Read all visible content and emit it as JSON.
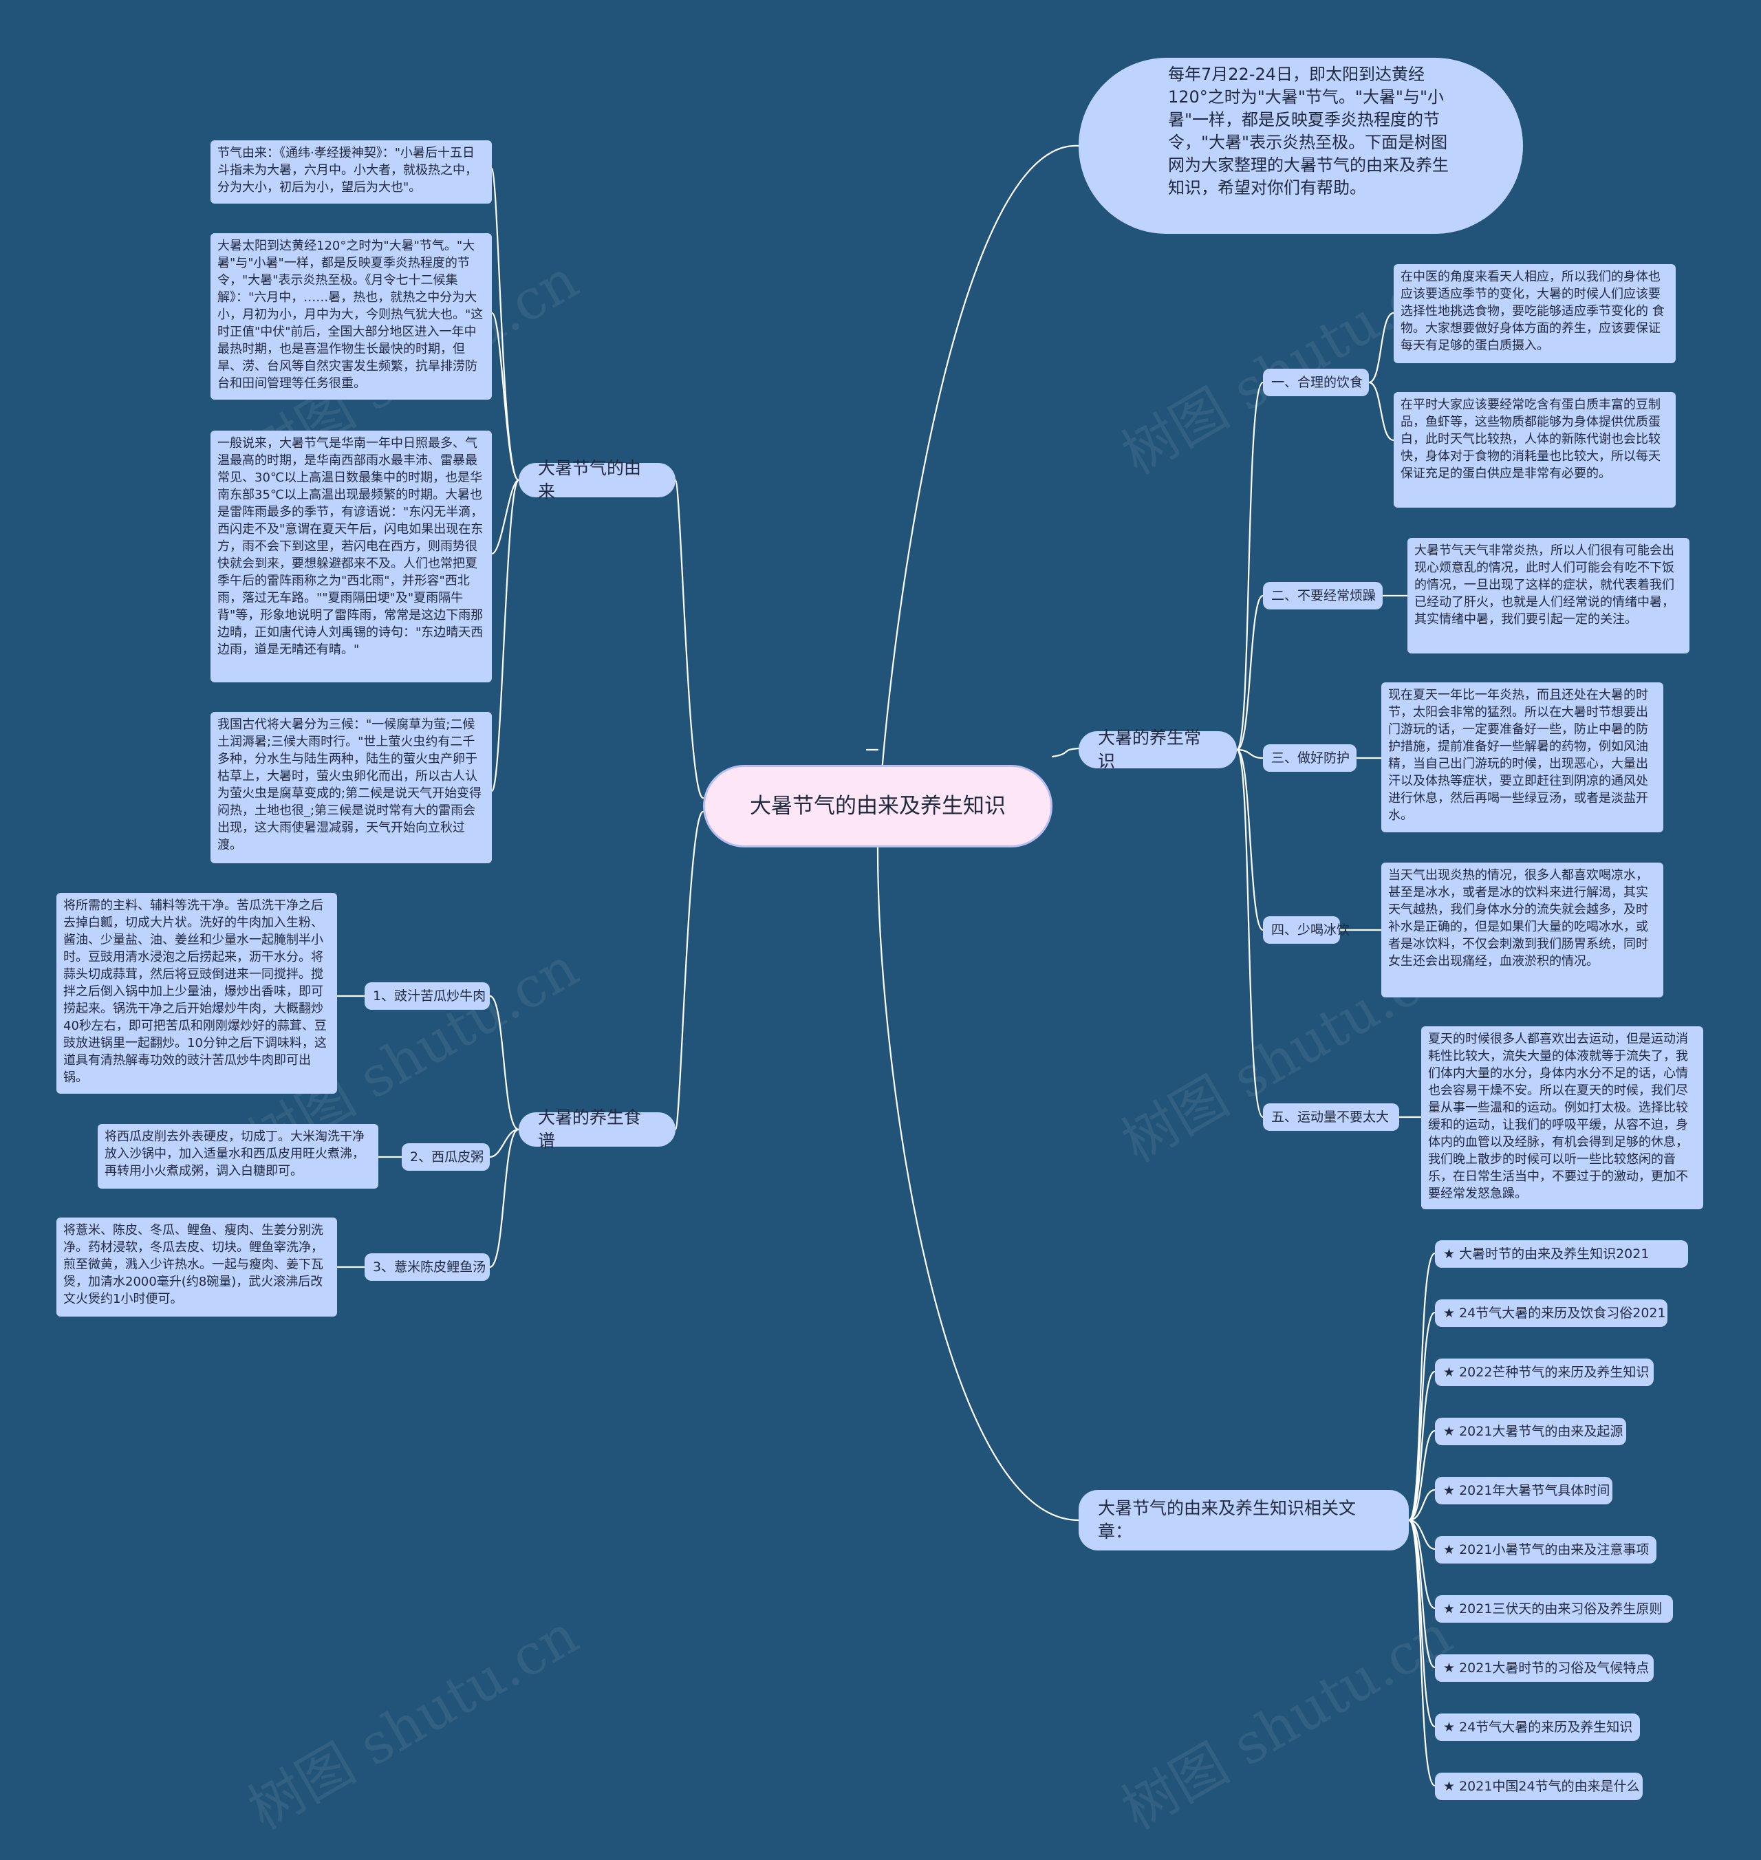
{
  "root": {
    "label": "大暑节气的由来及养生知识"
  },
  "intro": "每年7月22-24日，即太阳到达黄经120°之时为\"大暑\"节气。\"大暑\"与\"小暑\"一样，都是反映夏季炎热程度的节令，\"大暑\"表示炎热至极。下面是树图网为大家整理的大暑节气的由来及养生知识，希望对你们有帮助。",
  "origin": {
    "label": "大暑节气的由来",
    "items": [
      "节气由来：《通纬·孝经援神契》：\"小暑后十五日斗指未为大暑，六月中。小大者，就极热之中，分为大小，初后为小，望后为大也\"。",
      "大暑太阳到达黄经120°之时为\"大暑\"节气。\"大暑\"与\"小暑\"一样，都是反映夏季炎热程度的节令，\"大暑\"表示炎热至极。《月令七十二候集解》：\"六月中，……暑，热也，就热之中分为大小，月初为小，月中为大，今则热气犹大也。\"这时正值\"中伏\"前后，全国大部分地区进入一年中最热时期，也是喜温作物生长最快的时期，但旱、涝、台风等自然灾害发生频繁，抗旱排涝防台和田间管理等任务很重。",
      "一般说来，大暑节气是华南一年中日照最多、气温最高的时期，是华南西部雨水最丰沛、雷暴最常见、30℃以上高温日数最集中的时期，也是华南东部35℃以上高温出现最频繁的时期。大暑也是雷阵雨最多的季节，有谚语说：\"东闪无半滴，西闪走不及\"意谓在夏天午后，闪电如果出现在东方，雨不会下到这里，若闪电在西方，则雨势很快就会到来，要想躲避都来不及。人们也常把夏季午后的雷阵雨称之为\"西北雨\"，并形容\"西北雨，落过无车路。\"\"夏雨隔田埂\"及\"夏雨隔牛背\"等，形象地说明了雷阵雨，常常是这边下雨那边晴，正如唐代诗人刘禹锡的诗句：\"东边晴天西边雨，道是无晴还有晴。\"",
      "我国古代将大暑分为三候：\"一候腐草为萤;二候土润溽暑;三候大雨时行。\"世上萤火虫约有二千多种，分水生与陆生两种，陆生的萤火虫产卵于枯草上，大暑时，萤火虫卵化而出，所以古人认为萤火虫是腐草变成的;第二候是说天气开始变得闷热，土地也很_;第三候是说时常有大的雷雨会出现，这大雨使暑湿减弱，天气开始向立秋过渡。"
    ]
  },
  "recipes": {
    "label": "大暑的养生食谱",
    "items": [
      {
        "label": "1、豉汁苦瓜炒牛肉",
        "text": "将所需的主料、辅料等洗干净。苦瓜洗干净之后去掉白瓤，切成大片状。洗好的牛肉加入生粉、酱油、少量盐、油、姜丝和少量水一起腌制半小时。豆豉用清水浸泡之后捞起来，沥干水分。将蒜头切成蒜茸，然后将豆豉倒进来一同搅拌。搅拌之后倒入锅中加上少量油，爆炒出香味，即可捞起来。锅洗干净之后开始爆炒牛肉，大概翻炒40秒左右，即可把苦瓜和刚刚爆炒好的蒜茸、豆豉放进锅里一起翻炒。10分钟之后下调味料，这道具有清热解毒功效的豉汁苦瓜炒牛肉即可出锅。"
      },
      {
        "label": "2、西瓜皮粥",
        "text": "将西瓜皮削去外表硬皮，切成丁。大米淘洗干净放入沙锅中，加入适量水和西瓜皮用旺火煮沸，再转用小火煮成粥，调入白糖即可。"
      },
      {
        "label": "3、薏米陈皮鲤鱼汤",
        "text": "将薏米、陈皮、冬瓜、鲤鱼、瘦肉、生姜分别洗净。药材浸软，冬瓜去皮、切块。鲤鱼宰洗净，煎至微黄，溅入少许热水。一起与瘦肉、姜下瓦煲，加清水2000毫升(约8碗量)，武火滚沸后改文火煲约1小时便可。"
      }
    ]
  },
  "health": {
    "label": "大暑的养生常识",
    "items": [
      {
        "label": "一、合理的饮食",
        "texts": [
          "在中医的角度来看天人相应，所以我们的身体也应该要适应季节的变化，大暑的时候人们应该要选择性地挑选食物，要吃能够适应季节变化的 食物。大家想要做好身体方面的养生，应该要保证每天有足够的蛋白质摄入。",
          "在平时大家应该要经常吃含有蛋白质丰富的豆制品，鱼虾等，这些物质都能够为身体提供优质蛋白，此时天气比较热，人体的新陈代谢也会比较快，身体对于食物的消耗量也比较大，所以每天保证充足的蛋白供应是非常有必要的。"
        ]
      },
      {
        "label": "二、不要经常烦躁",
        "texts": [
          "大暑节气天气非常炎热，所以人们很有可能会出现心烦意乱的情况，此时人们可能会有吃不下饭的情况，一旦出现了这样的症状，就代表着我们已经动了肝火，也就是人们经常说的情绪中暑，其实情绪中暑，我们要引起一定的关注。"
        ]
      },
      {
        "label": "三、做好防护",
        "texts": [
          "现在夏天一年比一年炎热，而且还处在大暑的时节，太阳会非常的猛烈。所以在大暑时节想要出门游玩的话，一定要准备好一些，防止中暑的防护措施，提前准备好一些解暑的药物，例如风油精，当自己出门游玩的时候，出现恶心，大量出汗以及体热等症状，要立即赶往到阴凉的通风处进行休息，然后再喝一些绿豆汤，或者是淡盐开水。"
        ]
      },
      {
        "label": "四、少喝冰饮",
        "texts": [
          "当天气出现炎热的情况，很多人都喜欢喝凉水，甚至是冰水，或者是冰的饮料来进行解渴，其实天气越热，我们身体水分的流失就会越多，及时补水是正确的，但是如果们大量的吃喝冰水，或者是冰饮料，不仅会刺激到我们肠胃系统，同时女生还会出现痛经，血液淤积的情况。"
        ]
      },
      {
        "label": "五、运动量不要太大",
        "texts": [
          "夏天的时候很多人都喜欢出去运动，但是运动消耗性比较大，流失大量的体液就等于流失了，我们体内大量的水分，身体内水分不足的话，心情也会容易干燥不安。所以在夏天的时候，我们尽量从事一些温和的运动。例如打太极。选择比较缓和的运动，让我们的呼吸平缓，从容不迫，身体内的血管以及经脉，有机会得到足够的休息，我们晚上散步的时候可以听一些比较悠闲的音乐，在日常生活当中，不要过于的激动，更加不要经常发怒急躁。"
        ]
      }
    ]
  },
  "related": {
    "label": "大暑节气的由来及养生知识相关文章：",
    "items": [
      "★ 大暑时节的由来及养生知识2021",
      "★ 24节气大暑的来历及饮食习俗2021",
      "★ 2022芒种节气的来历及养生知识",
      "★ 2021大暑节气的由来及起源",
      "★ 2021年大暑节气具体时间",
      "★ 2021小暑节气的由来及注意事项",
      "★ 2021三伏天的由来习俗及养生原则",
      "★ 2021大暑时节的习俗及气候特点",
      "★ 24节气大暑的来历及养生知识",
      "★ 2021中国24节气的由来是什么"
    ]
  },
  "watermark": "树图 shutu.cn",
  "colors": {
    "background": "#225479",
    "node": "#bfd3ff",
    "root": "#fde6f5",
    "line": "#ffffff"
  }
}
